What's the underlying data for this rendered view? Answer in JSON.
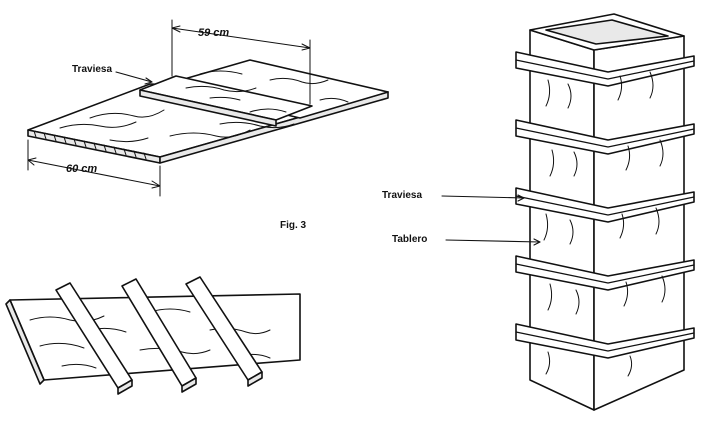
{
  "labels": {
    "top_dimension": "59 cm",
    "side_dimension": "60 cm",
    "traviesa_top": "Traviesa",
    "figure": "Fig. 3",
    "traviesa_right": "Traviesa",
    "tablero": "Tablero"
  },
  "colors": {
    "ink": "#111111",
    "paper": "#ffffff"
  }
}
